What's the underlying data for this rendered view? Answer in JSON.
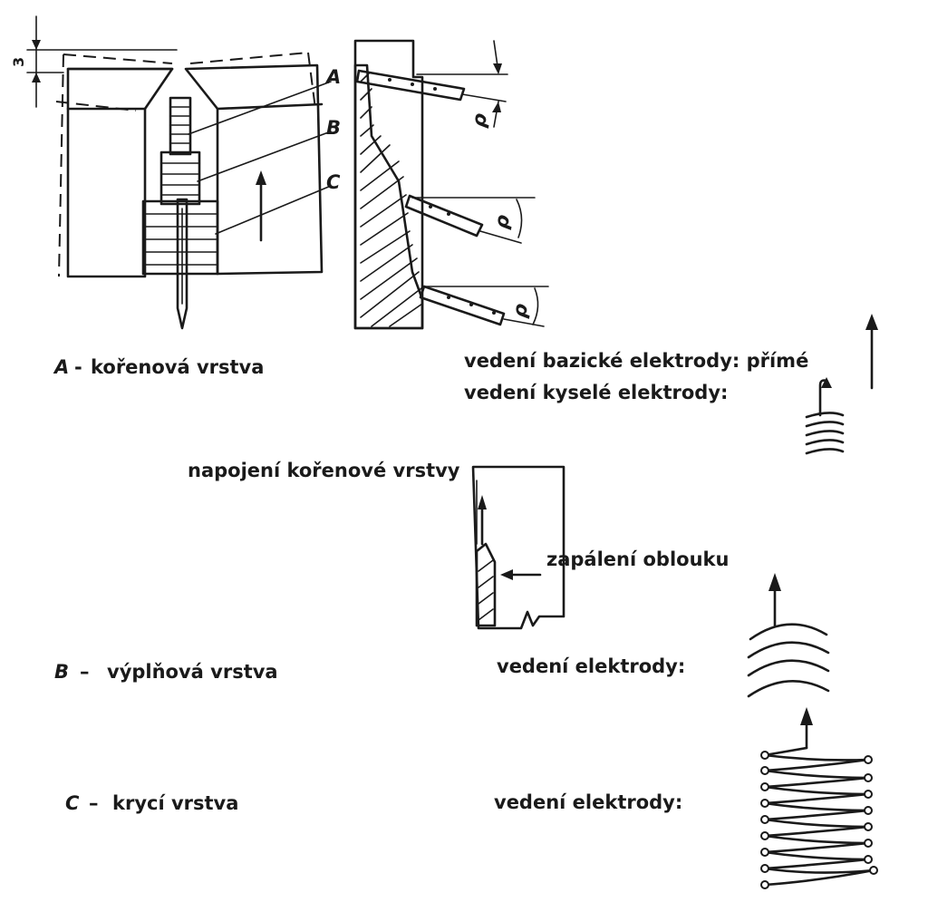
{
  "dimension_mark": "3",
  "angle_mark": "ρ",
  "callouts": {
    "a": "A",
    "b": "B",
    "c": "C"
  },
  "layers": {
    "root": {
      "letter": "A",
      "text": "kořenová vrstva"
    },
    "fill": {
      "letter": "B",
      "text": "výplňová vrstva"
    },
    "cover": {
      "letter": "C",
      "text": "krycí vrstva"
    }
  },
  "electrode_guidance": {
    "basic": "vedení bazické elektrody: přímé",
    "acid": "vedení kyselé elektrody:",
    "fill_layer": "vedení elektrody:",
    "cover_layer": "vedení elektrody:"
  },
  "root_connection": {
    "title": "napojení kořenové vrstvy",
    "arc_strike": "zapálení oblouku"
  }
}
